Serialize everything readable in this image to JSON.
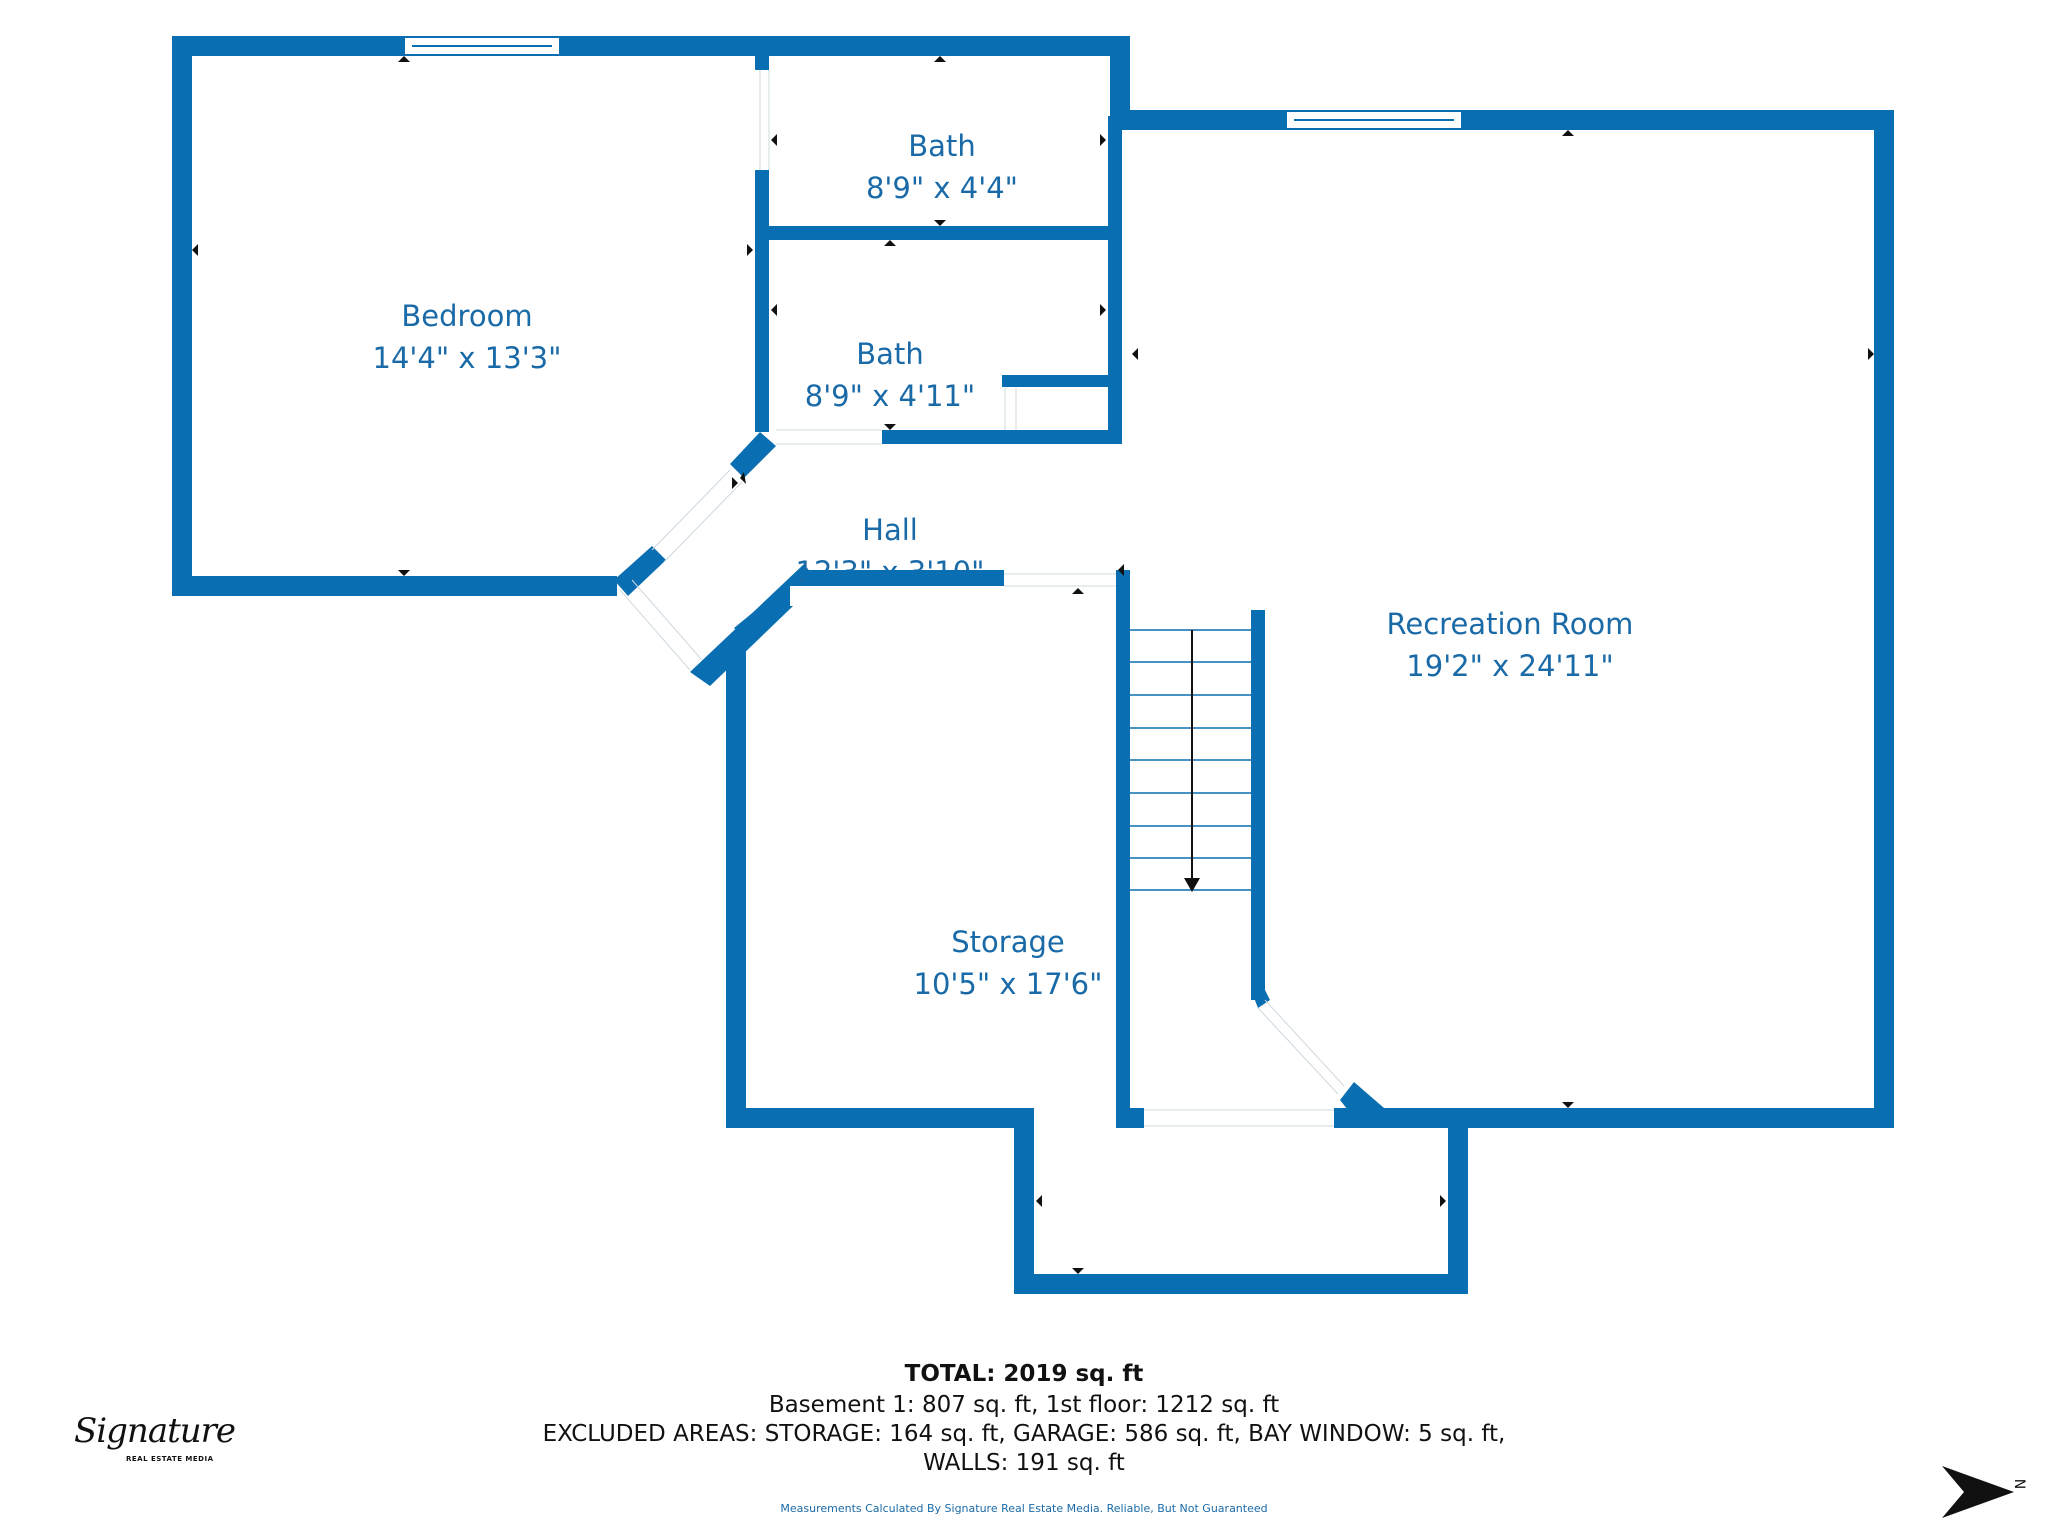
{
  "colors": {
    "wall": "#0a6fb2",
    "label": "#1a6aa8",
    "text": "#111111"
  },
  "rooms": {
    "bedroom": {
      "name": "Bedroom",
      "size": "14'4\" x 13'3\""
    },
    "bath1": {
      "name": "Bath",
      "size": "8'9\" x 4'4\""
    },
    "bath2": {
      "name": "Bath",
      "size": "8'9\" x 4'11\""
    },
    "hall": {
      "name": "Hall",
      "size": "12'3\" x 3'10\""
    },
    "recreation": {
      "name": "Recreation Room",
      "size": "19'2\" x 24'11\""
    },
    "storage": {
      "name": "Storage",
      "size": "10'5\" x 17'6\""
    }
  },
  "footer": {
    "total": "TOTAL: 2019 sq. ft",
    "levels": "Basement 1: 807 sq. ft, 1st floor: 1212 sq. ft",
    "excluded": "EXCLUDED AREAS: STORAGE: 164 sq. ft, GARAGE: 586 sq. ft, BAY WINDOW: 5 sq. ft,",
    "walls": "WALLS: 191 sq. ft",
    "disclaimer": "Measurements Calculated By Signature Real Estate Media. Reliable, But Not Guaranteed"
  },
  "logo": {
    "script": "Signature",
    "subtitle": "REAL ESTATE MEDIA"
  },
  "compass": {
    "letter": "N",
    "icon": "north-arrow-icon"
  }
}
